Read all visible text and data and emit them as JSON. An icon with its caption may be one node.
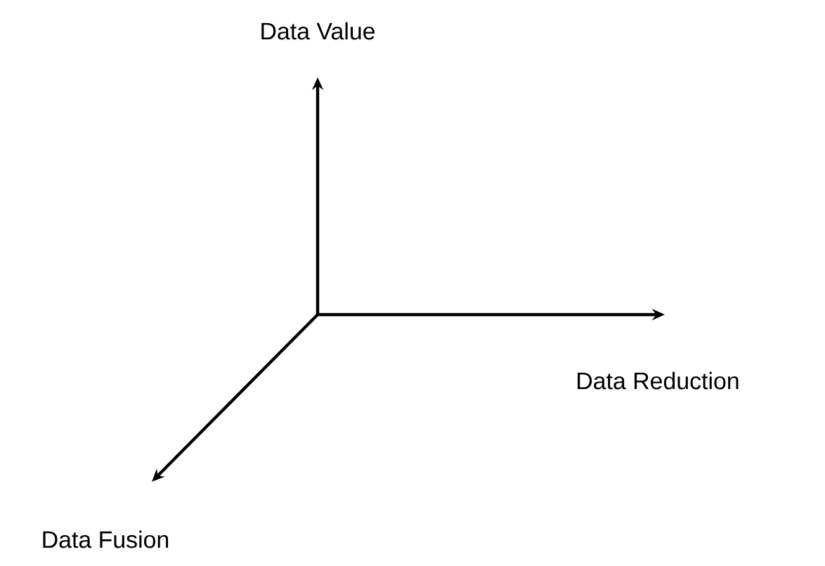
{
  "diagram": {
    "labels": [
      "Data Value",
      "Data Reduction",
      "Data Fusion"
    ]
  }
}
